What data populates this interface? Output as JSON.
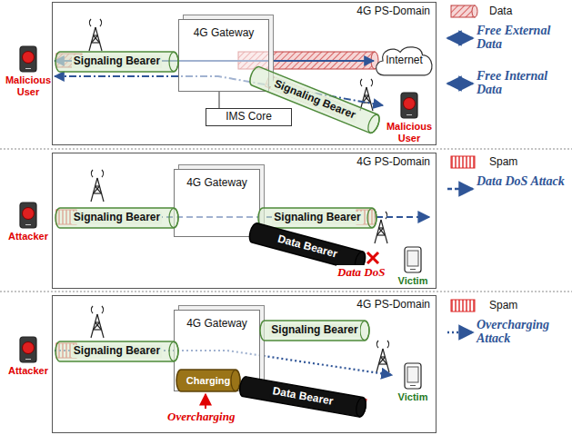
{
  "diagram": {
    "nodes": [
      {
        "text": [
          "4G PS-Domain"
        ]
      },
      {
        "text": [
          "4G Gateway"
        ],
        "in": 0
      },
      {
        "text": [
          "IMS Core"
        ],
        "in": 0
      },
      {
        "text": [
          "Signaling Bearer"
        ],
        "in": 0
      },
      {
        "text": [
          "Signaling Bearer"
        ],
        "in": 0
      },
      {
        "text": [
          "Internet"
        ],
        "in": 0
      },
      {
        "text": [
          "Malicious User"
        ]
      },
      {
        "text": [
          "Malicious User"
        ],
        "in": 0
      },
      {
        "text": [
          "4G PS-Domain"
        ]
      },
      {
        "text": [
          "4G Gateway"
        ],
        "in": 8
      },
      {
        "text": [
          "Signaling Bearer"
        ],
        "in": 8
      },
      {
        "text": [
          "Signaling Bearer"
        ],
        "in": 8
      },
      {
        "text": [
          "Data Bearer"
        ],
        "in": 8
      },
      {
        "text": [
          "Attacker"
        ]
      },
      {
        "text": [
          "Victim"
        ],
        "in": 8
      },
      {
        "text": [
          "4G PS-Domain"
        ]
      },
      {
        "text": [
          "4G Gateway"
        ],
        "in": 15
      },
      {
        "text": [
          "Signaling Bearer"
        ],
        "in": 15
      },
      {
        "text": [
          "Signaling Bearer"
        ],
        "in": 15
      },
      {
        "text": [
          "Charging"
        ],
        "in": 16
      },
      {
        "text": [
          "Data Bearer"
        ],
        "in": 15
      },
      {
        "text": [
          "Attacker"
        ]
      },
      {
        "text": [
          "Victim"
        ],
        "in": 15
      }
    ],
    "edges": [
      {
        "from": 1,
        "to": 2,
        "arrow": "none"
      },
      {
        "from": 6,
        "to": 5,
        "arrow": "both"
      },
      {
        "from": 6,
        "to": 7,
        "arrow": "both"
      },
      {
        "from": 21,
        "to": 22,
        "arrow": "to"
      }
    ],
    "labels": [
      "Data DoS",
      "Overcharging"
    ],
    "legend": [
      {
        "text": "Data"
      },
      {
        "text": "Free External Data"
      },
      {
        "text": "Free Internal Data"
      },
      {
        "text": "Spam"
      },
      {
        "text": "Data DoS Attack"
      },
      {
        "text": "Spam"
      },
      {
        "text": "Overcharging Attack"
      }
    ]
  }
}
